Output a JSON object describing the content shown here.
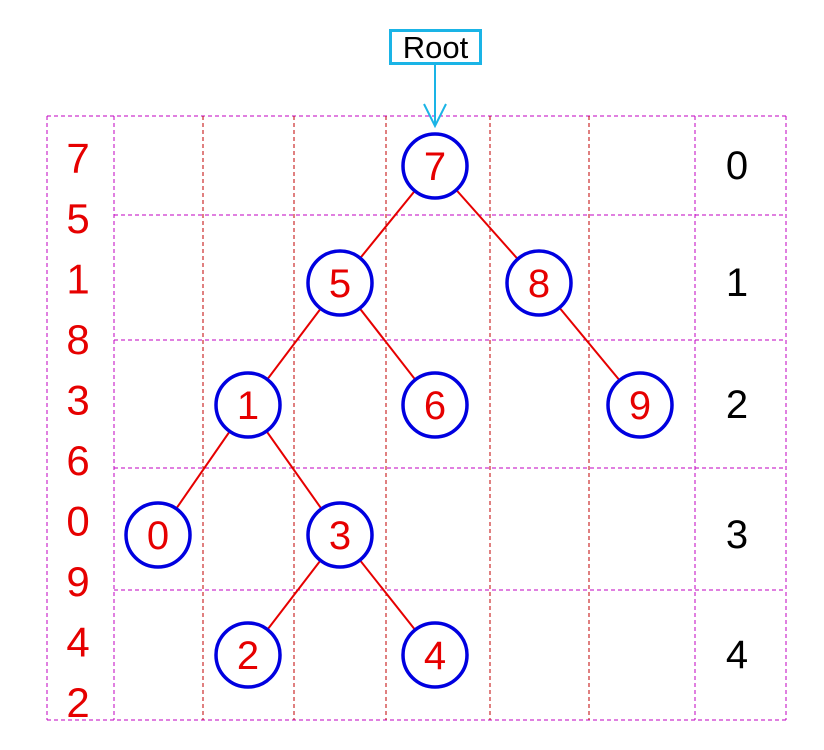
{
  "root_label": "Root",
  "insertion_sequence": [
    "7",
    "5",
    "1",
    "8",
    "3",
    "6",
    "0",
    "9",
    "4",
    "2"
  ],
  "level_labels": [
    "0",
    "1",
    "2",
    "3",
    "4"
  ],
  "nodes": [
    {
      "id": "n7",
      "label": "7",
      "level": 0
    },
    {
      "id": "n5",
      "label": "5",
      "level": 1
    },
    {
      "id": "n8",
      "label": "8",
      "level": 1
    },
    {
      "id": "n1",
      "label": "1",
      "level": 2
    },
    {
      "id": "n6",
      "label": "6",
      "level": 2
    },
    {
      "id": "n9",
      "label": "9",
      "level": 2
    },
    {
      "id": "n0",
      "label": "0",
      "level": 3
    },
    {
      "id": "n3",
      "label": "3",
      "level": 3
    },
    {
      "id": "n2",
      "label": "2",
      "level": 4
    },
    {
      "id": "n4",
      "label": "4",
      "level": 4
    }
  ],
  "edges": [
    {
      "from": "n7",
      "to": "n5"
    },
    {
      "from": "n7",
      "to": "n8"
    },
    {
      "from": "n5",
      "to": "n1"
    },
    {
      "from": "n5",
      "to": "n6"
    },
    {
      "from": "n8",
      "to": "n9"
    },
    {
      "from": "n1",
      "to": "n0"
    },
    {
      "from": "n1",
      "to": "n3"
    },
    {
      "from": "n3",
      "to": "n2"
    },
    {
      "from": "n3",
      "to": "n4"
    }
  ],
  "colors": {
    "node_stroke": "#0000e0",
    "node_text": "#e60000",
    "edge": "#e60000",
    "sequence_text": "#e60000",
    "level_text": "#000000",
    "outer_grid": "#c000c0",
    "inner_grid": "#c00000",
    "root_box": "#1ab4e6",
    "root_arrow": "#1ab4e6"
  }
}
